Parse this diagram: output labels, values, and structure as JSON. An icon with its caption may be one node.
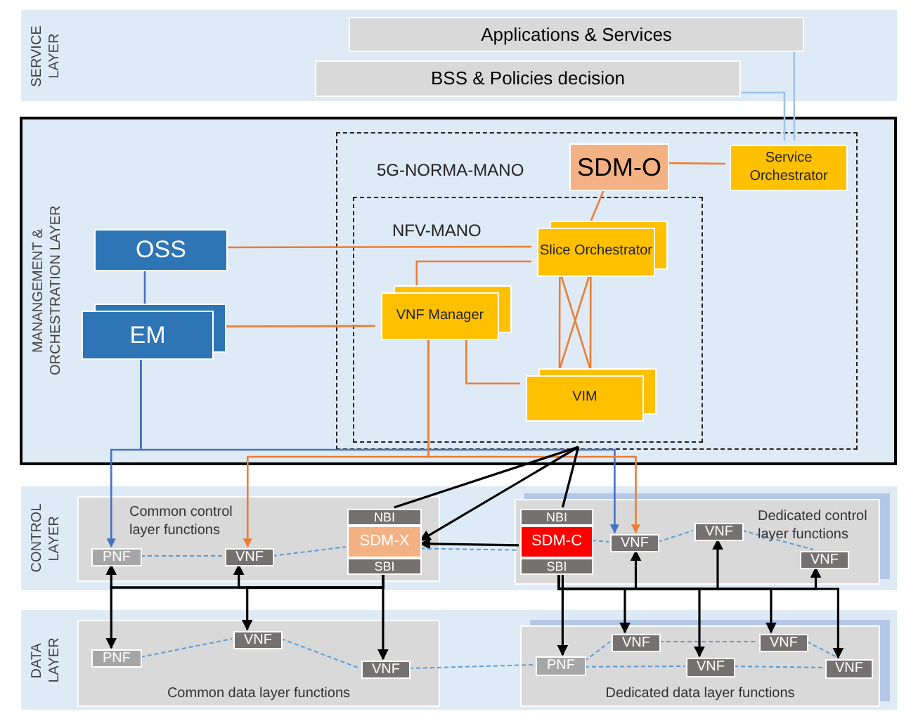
{
  "diagram": {
    "nodes": [
      {
        "text": [
          "SERVICE LAYER"
        ]
      },
      {
        "text": [
          "Applications & Services"
        ],
        "in": 0
      },
      {
        "text": [
          "BSS & Policies decision"
        ],
        "in": 0
      },
      {
        "text": [
          "MANANGEMENT & ORCHESTRATION LAYER"
        ]
      },
      {
        "text": [
          "5G-NORMA-MANO"
        ],
        "in": 3
      },
      {
        "text": [
          "SDM-O"
        ],
        "in": 4
      },
      {
        "text": [
          "Service Orchestrator"
        ],
        "in": 4
      },
      {
        "text": [
          "NFV-MANO"
        ],
        "in": 4
      },
      {
        "text": [
          "Slice Orchestrator"
        ],
        "in": 7
      },
      {
        "text": [
          "VNF Manager"
        ],
        "in": 7
      },
      {
        "text": [
          "VIM"
        ],
        "in": 7
      },
      {
        "text": [
          "OSS"
        ],
        "in": 3
      },
      {
        "text": [
          "EM"
        ],
        "in": 3
      },
      {
        "text": [
          "CONTROL LAYER"
        ]
      },
      {
        "text": [
          "Common control layer functions"
        ],
        "in": 13
      },
      {
        "text": [
          "PNF"
        ],
        "in": 14
      },
      {
        "text": [
          "VNF"
        ],
        "in": 14
      },
      {
        "text": [
          "NBI"
        ],
        "in": 14
      },
      {
        "text": [
          "SDM-X"
        ],
        "in": 14
      },
      {
        "text": [
          "SBI"
        ],
        "in": 14
      },
      {
        "text": [
          "Dedicated control layer functions"
        ],
        "in": 13
      },
      {
        "text": [
          "NBI"
        ],
        "in": 20
      },
      {
        "text": [
          "SDM-C"
        ],
        "in": 20
      },
      {
        "text": [
          "SBI"
        ],
        "in": 20
      },
      {
        "text": [
          "VNF"
        ],
        "in": 20
      },
      {
        "text": [
          "VNF"
        ],
        "in": 20
      },
      {
        "text": [
          "VNF"
        ],
        "in": 20
      },
      {
        "text": [
          "DATA LAYER"
        ]
      },
      {
        "text": [
          "Common data layer functions"
        ],
        "in": 27
      },
      {
        "text": [
          "PNF"
        ],
        "in": 28
      },
      {
        "text": [
          "VNF"
        ],
        "in": 28
      },
      {
        "text": [
          "VNF"
        ],
        "in": 28
      },
      {
        "text": [
          "Dedicated data layer functions"
        ],
        "in": 27
      },
      {
        "text": [
          "PNF"
        ],
        "in": 32
      },
      {
        "text": [
          "VNF"
        ],
        "in": 32
      },
      {
        "text": [
          "VNF"
        ],
        "in": 32
      },
      {
        "text": [
          "VNF"
        ],
        "in": 32
      },
      {
        "text": [
          "VNF"
        ],
        "in": 32
      }
    ],
    "edges": [
      {
        "from": 1,
        "to": 6,
        "arrow": "none",
        "color": "#9dc3e6"
      },
      {
        "from": 2,
        "to": 6,
        "arrow": "none",
        "color": "#9dc3e6"
      },
      {
        "from": 5,
        "to": 6,
        "arrow": "none",
        "color": "#ed7d31"
      },
      {
        "from": 5,
        "to": 8,
        "arrow": "none",
        "color": "#ed7d31"
      },
      {
        "from": 11,
        "to": 8,
        "arrow": "none",
        "color": "#ed7d31"
      },
      {
        "from": 8,
        "to": 9,
        "arrow": "none",
        "color": "#ed7d31"
      },
      {
        "from": 8,
        "to": 10,
        "arrow": "none",
        "color": "#ed7d31"
      },
      {
        "from": 9,
        "to": 10,
        "arrow": "none",
        "color": "#ed7d31"
      },
      {
        "from": 12,
        "to": 9,
        "arrow": "none",
        "color": "#ed7d31"
      },
      {
        "from": 11,
        "to": 12,
        "arrow": "none",
        "color": "#4472c4"
      },
      {
        "from": 12,
        "to": 15,
        "arrow": "to",
        "color": "#4472c4"
      },
      {
        "from": 12,
        "to": 24,
        "arrow": "to",
        "color": "#4472c4"
      },
      {
        "from": 9,
        "to": 16,
        "arrow": "to",
        "color": "#ed7d31"
      },
      {
        "from": 9,
        "to": 24,
        "arrow": "to",
        "color": "#ed7d31"
      },
      {
        "from": 4,
        "to": 17,
        "arrow": "none"
      },
      {
        "from": 4,
        "to": 18,
        "arrow": "to"
      },
      {
        "from": 4,
        "to": 21,
        "arrow": "none"
      },
      {
        "from": 22,
        "to": 18,
        "arrow": "to"
      },
      {
        "from": 15,
        "to": 16,
        "arrow": "none",
        "style": "dashed",
        "color": "#5b9bd5"
      },
      {
        "from": 16,
        "to": 18,
        "arrow": "none",
        "style": "dashed",
        "color": "#5b9bd5"
      },
      {
        "from": 18,
        "to": 22,
        "arrow": "none",
        "style": "dashed",
        "color": "#5b9bd5"
      },
      {
        "from": 22,
        "to": 24,
        "arrow": "none",
        "style": "dashed",
        "color": "#5b9bd5"
      },
      {
        "from": 24,
        "to": 25,
        "arrow": "none",
        "style": "dashed",
        "color": "#5b9bd5"
      },
      {
        "from": 25,
        "to": 26,
        "arrow": "none",
        "style": "dashed",
        "color": "#5b9bd5"
      },
      {
        "from": 29,
        "to": 30,
        "arrow": "none",
        "style": "dashed",
        "color": "#5b9bd5"
      },
      {
        "from": 30,
        "to": 31,
        "arrow": "none",
        "style": "dashed",
        "color": "#5b9bd5"
      },
      {
        "from": 31,
        "to": 33,
        "arrow": "none",
        "style": "dashed",
        "color": "#5b9bd5"
      },
      {
        "from": 33,
        "to": 34,
        "arrow": "none",
        "style": "dashed",
        "color": "#5b9bd5"
      },
      {
        "from": 33,
        "to": 35,
        "arrow": "none",
        "style": "dashed",
        "color": "#5b9bd5"
      },
      {
        "from": 34,
        "to": 36,
        "arrow": "none",
        "style": "dashed",
        "color": "#5b9bd5"
      },
      {
        "from": 35,
        "to": 37,
        "arrow": "none",
        "style": "dashed",
        "color": "#5b9bd5"
      },
      {
        "from": 36,
        "to": 37,
        "arrow": "none",
        "style": "dashed",
        "color": "#5b9bd5"
      },
      {
        "from": 19,
        "to": 15,
        "arrow": "to"
      },
      {
        "from": 19,
        "to": 29,
        "arrow": "to"
      },
      {
        "from": 19,
        "to": 16,
        "arrow": "to"
      },
      {
        "from": 19,
        "to": 30,
        "arrow": "to"
      },
      {
        "from": 19,
        "to": 31,
        "arrow": "to"
      },
      {
        "from": 23,
        "to": 33,
        "arrow": "to"
      },
      {
        "from": 23,
        "to": 24,
        "arrow": "to"
      },
      {
        "from": 23,
        "to": 34,
        "arrow": "to"
      },
      {
        "from": 23,
        "to": 25,
        "arrow": "to"
      },
      {
        "from": 23,
        "to": 35,
        "arrow": "to"
      },
      {
        "from": 23,
        "to": 36,
        "arrow": "to"
      },
      {
        "from": 23,
        "to": 26,
        "arrow": "to"
      },
      {
        "from": 23,
        "to": 37,
        "arrow": "to"
      }
    ]
  }
}
